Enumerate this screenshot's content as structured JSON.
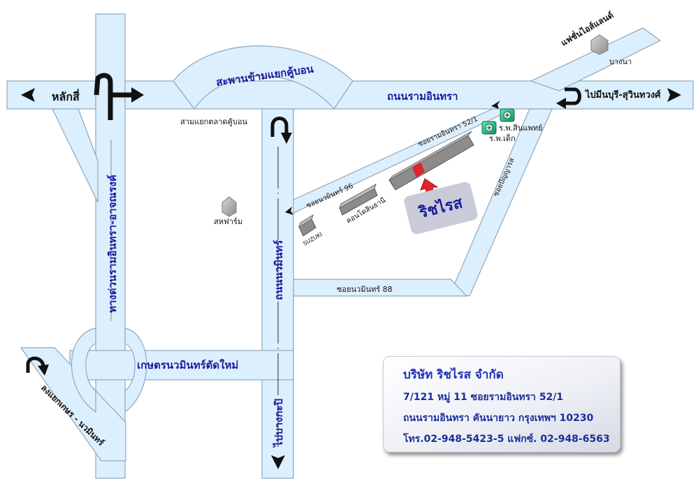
{
  "map": {
    "labels": {
      "lak_si": "หลักสี่",
      "saphan": "สะพานข้ามแยกคู้บอน",
      "ramintra": "ถนนรามอินทรา",
      "fashion_island": "แฟชั่นไอส์แลนด์",
      "bang_na": "บางนา",
      "to_minburi": "ไปมีนบุรี-สุวินทวงศ์",
      "kubon_junction": "สามแยกตลาดคู้บอน",
      "soi_ramintra_52_1": "ซอยรามอินทรา 52/1",
      "hosp_sinpat": "ร.พ.สินแพทย์",
      "hosp_child": "ร.พ.เด็ก",
      "soi_nawamin_96": "ซอยนวมินทร์ 96",
      "soi_panya": "ซอยปัญญารส",
      "richirose_map": "ริชไรส",
      "condo": "คอนโดสินธานี",
      "suzuki": "SUZUKI",
      "sahafarm": "สหฟาร์ม",
      "nawamin_road": "ถนนนวมินทร์",
      "expressway": "ทางด่วนรามอินทรา-อาจณรงค์",
      "soi_nawamin_88": "ซอยนวมินทร์ 88",
      "kaset_nawamin": "เกษตรนวมินทร์ตัดใหม่",
      "to_bangkapi": "ไปบางกะปิ",
      "to_kaset": "ลงแยกเกษร - นวมินทร์"
    },
    "colors": {
      "road_fill": "#dcefff",
      "road_stroke": "#8fa6b8",
      "label_blue": "#1a1aa0",
      "marker_red": "#e0242c",
      "hospital_green": "#16b07e"
    }
  },
  "company": {
    "name": "บริษัท ริชไรส จำกัด",
    "address1": "7/121 หมู่ 11  ซอยรามอินทรา 52/1",
    "address2": "ถนนรามอินทรา  คันนายาว  กรุงเทพฯ  10230",
    "contact": "โทร.02-948-5423-5   แฟกซ์. 02-948-6563"
  }
}
